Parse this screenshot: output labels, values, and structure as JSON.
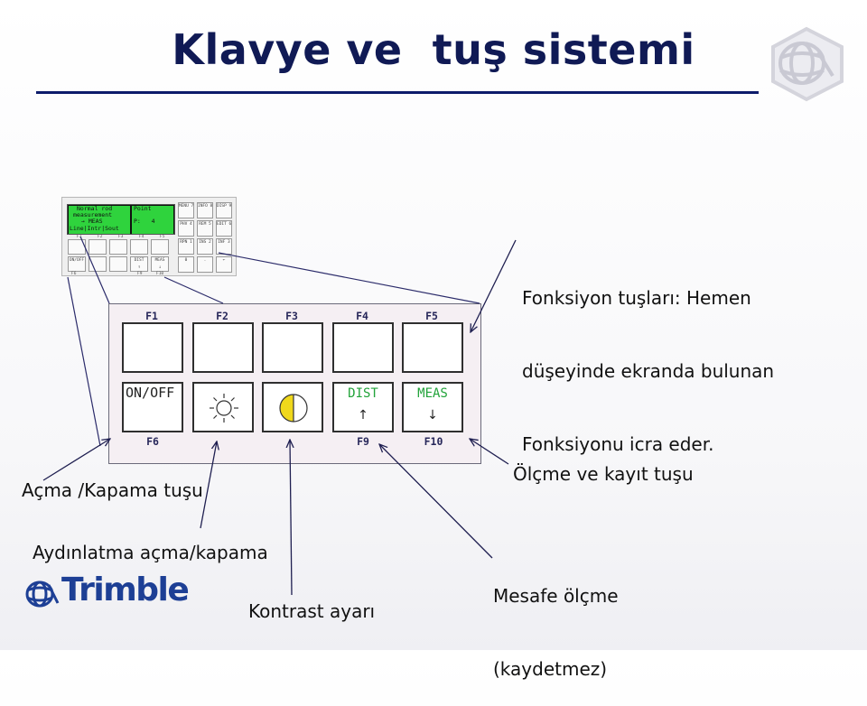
{
  "slide": {
    "title": "Klavye ve  tuş sistemi"
  },
  "logos": {
    "corner_icon": "trimble-globe-icon",
    "brand_name": "Trimble",
    "brand_color": "#1d3f95"
  },
  "mini_keypad": {
    "screen_lines": [
      "Normal rod",
      "measurement",
      "→ MEAS",
      "Line|Intr|Sout"
    ],
    "screen_right_lines": [
      "Point",
      "",
      "P:   4",
      ""
    ],
    "f_labels": [
      "F1",
      "F2",
      "F3",
      "F4",
      "F5"
    ],
    "bottom_row": [
      "ON/OFF",
      "",
      "",
      "DIST",
      "MEAS"
    ],
    "bottom_f_labels": [
      "F6",
      "F9",
      "F10"
    ],
    "numpad": [
      [
        "MENU 7",
        "INFO 8",
        "DISP 9"
      ],
      [
        "PHV 4",
        "REM 5",
        "EDIT 6"
      ],
      [
        "RPN 1",
        "INS 2",
        "INF 3"
      ],
      [
        "0",
        ".",
        "←"
      ]
    ]
  },
  "big_keypad": {
    "top_labels": [
      "F1",
      "F2",
      "F3",
      "F4",
      "F5"
    ],
    "bottom_labels": [
      "F6",
      "F9",
      "F10"
    ],
    "keys_bottom": {
      "onoff": "ON/OFF",
      "dist": "DIST",
      "meas": "MEAS",
      "dist_arrow": "↑",
      "meas_arrow": "↓"
    },
    "accent_green": "#22a33a"
  },
  "annotations": {
    "function_keys": [
      "Fonksiyon tuşları: Hemen",
      "düşeyinde ekranda bulunan",
      "Fonksiyonu icra eder."
    ],
    "on_off": "Açma /Kapama tuşu",
    "measure_record": "Ölçme ve kayıt tuşu",
    "illumination": "Aydınlatma açma/kapama",
    "distance": [
      "Mesafe ölçme",
      "(kaydetmez)"
    ],
    "contrast": "Kontrast ayarı"
  }
}
